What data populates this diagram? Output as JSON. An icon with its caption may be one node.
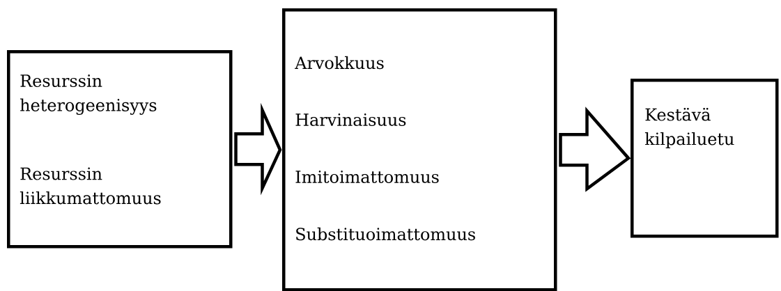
{
  "diagram": {
    "nodes": [
      {
        "text": [
          "Resurssin heterogeenisyys",
          "Resurssin liikkumattomuus"
        ]
      },
      {
        "text": [
          "Arvokkuus",
          "Harvinaisuus",
          "Imitoimattomuus",
          "Substituoimattomuus"
        ]
      },
      {
        "text": [
          "Kestävä kilpailuetu"
        ]
      }
    ],
    "edges": [
      {
        "from": 0,
        "to": 1,
        "arrow": "to"
      },
      {
        "from": 1,
        "to": 2,
        "arrow": "to"
      }
    ]
  }
}
